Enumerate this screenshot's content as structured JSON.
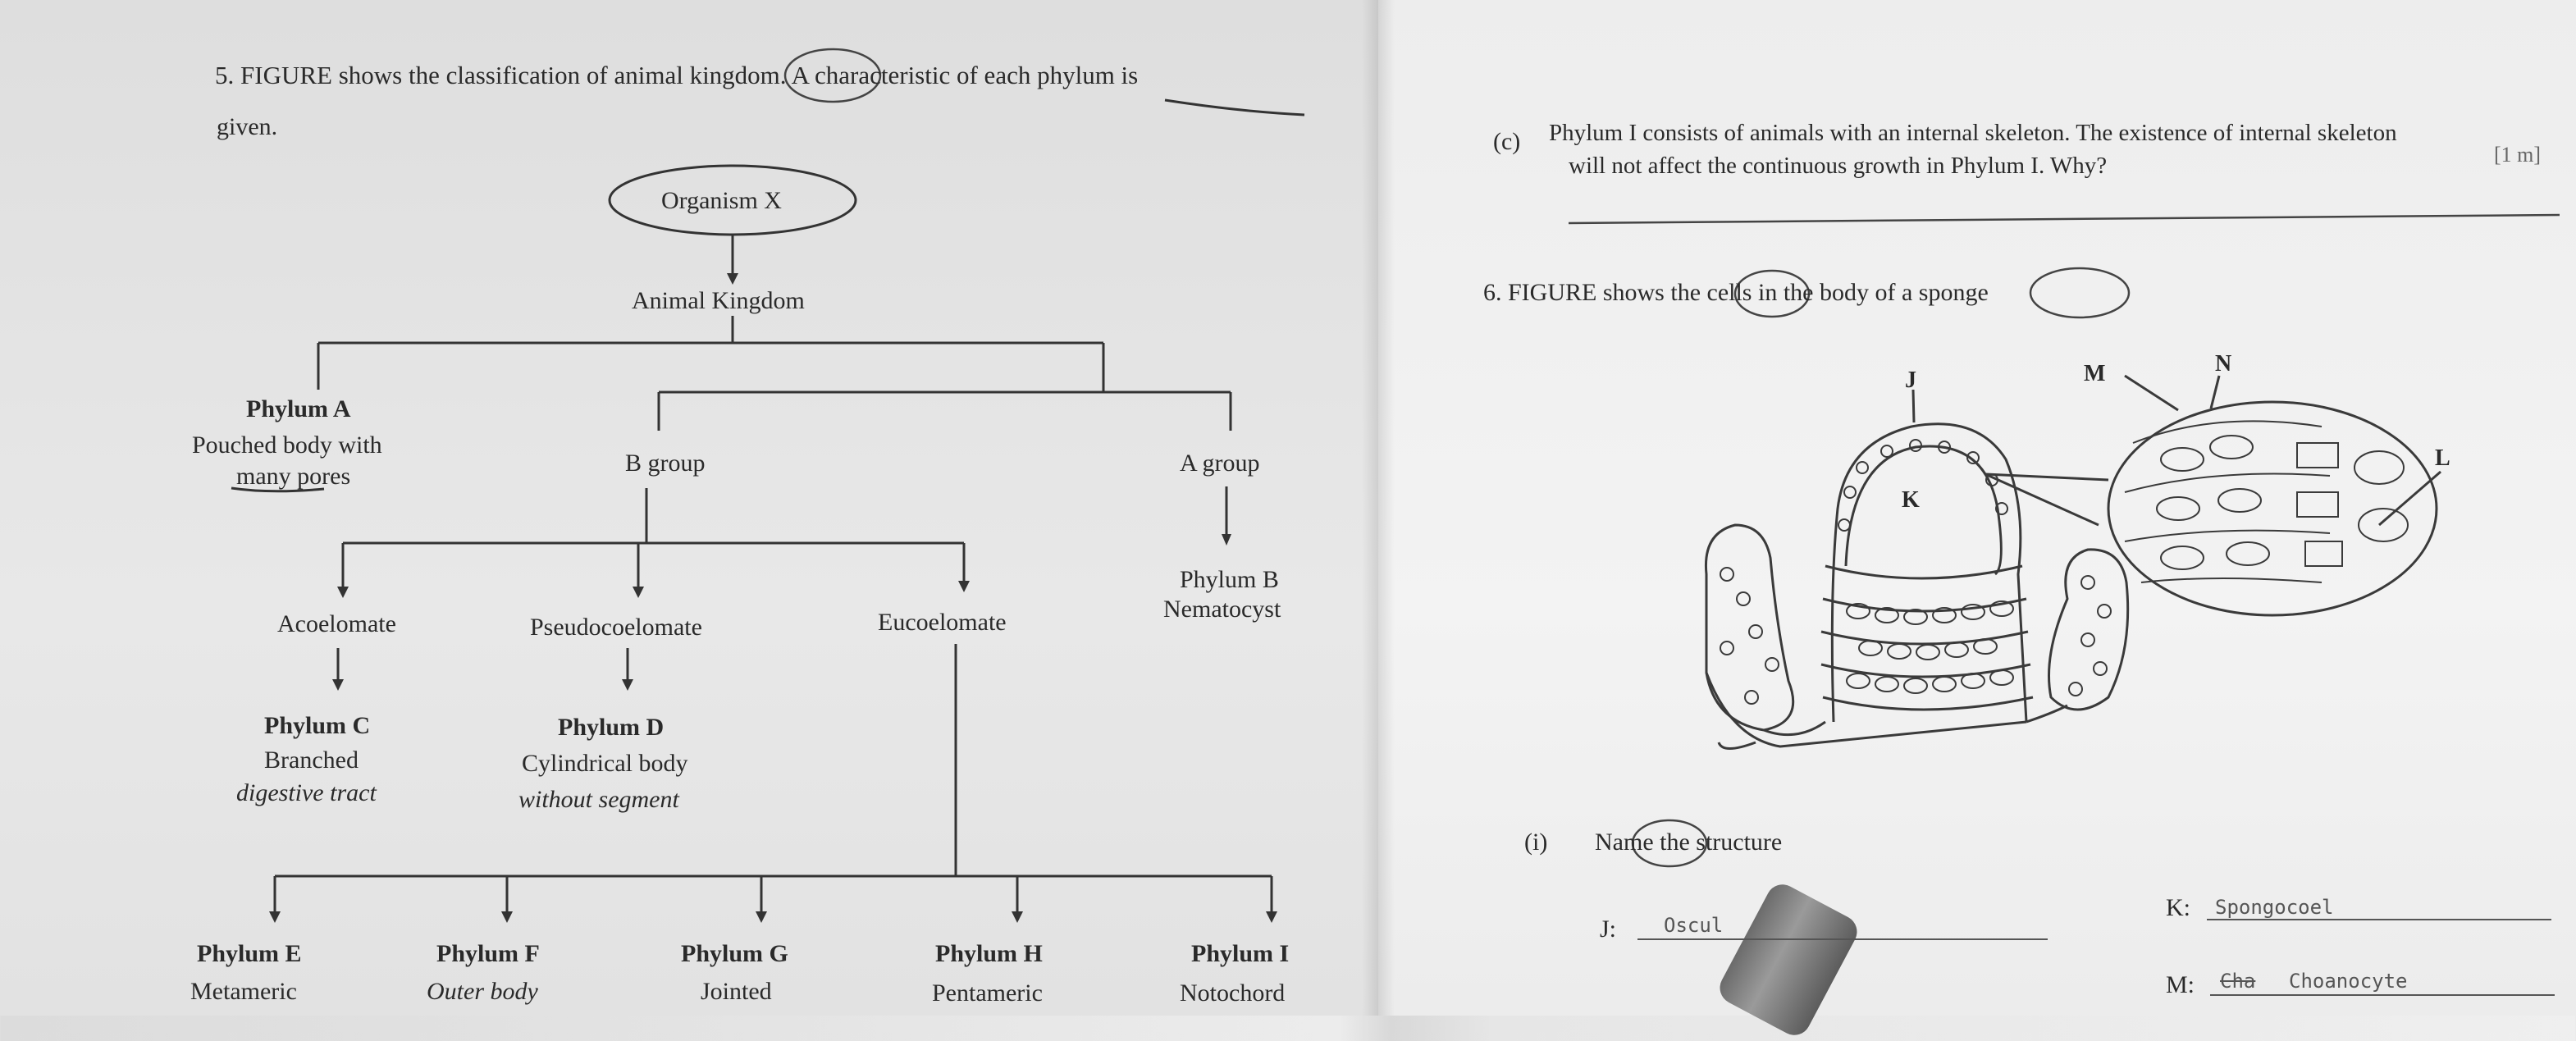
{
  "q5": {
    "stem_line1": "5. FIGURE shows the classification of animal kingdom. A characteristic of each phylum is",
    "stem_line2": "given.",
    "organism": "Organism X",
    "kingdom": "Animal Kingdom",
    "phylum_a": "Phylum A",
    "phylum_a_desc1": "Pouched body with",
    "phylum_a_desc2": "many pores",
    "b_group": "B group",
    "a_group": "A group",
    "phylum_b": "Phylum B",
    "phylum_b_desc": "Nematocyst",
    "acoelomate": "Acoelomate",
    "pseudocoelomate": "Pseudocoelomate",
    "eucoelomate": "Eucoelomate",
    "phylum_c": "Phylum C",
    "phylum_c_desc1": "Branched",
    "phylum_c_desc2": "digestive tract",
    "phylum_d": "Phylum D",
    "phylum_d_desc1": "Cylindrical body",
    "phylum_d_desc2": "without segment",
    "bottom": [
      {
        "name": "Phylum E",
        "desc": "Metameric"
      },
      {
        "name": "Phylum F",
        "desc": "Outer body"
      },
      {
        "name": "Phylum G",
        "desc": "Jointed"
      },
      {
        "name": "Phylum H",
        "desc": "Pentameric"
      },
      {
        "name": "Phylum I",
        "desc": "Notochord"
      }
    ]
  },
  "q5c": {
    "label": "(c)",
    "line1": "Phylum I consists of animals with an internal skeleton. The existence of internal skeleton",
    "line2": "will not affect the continuous growth in Phylum I. Why?",
    "marks": "[1 m]"
  },
  "q6": {
    "stem": "6. FIGURE shows the cells in the body of a sponge",
    "labels": {
      "j": "J",
      "k": "K",
      "l": "L",
      "m": "M",
      "n": "N"
    },
    "part_i": "(i)",
    "part_i_text": "Name the structure",
    "answers": [
      {
        "label": "J:",
        "value": "Oscul"
      },
      {
        "label": "K:",
        "value": "Spongocoel"
      },
      {
        "label": "M:",
        "value": "Choanocyte"
      }
    ],
    "struck": "Cha"
  }
}
